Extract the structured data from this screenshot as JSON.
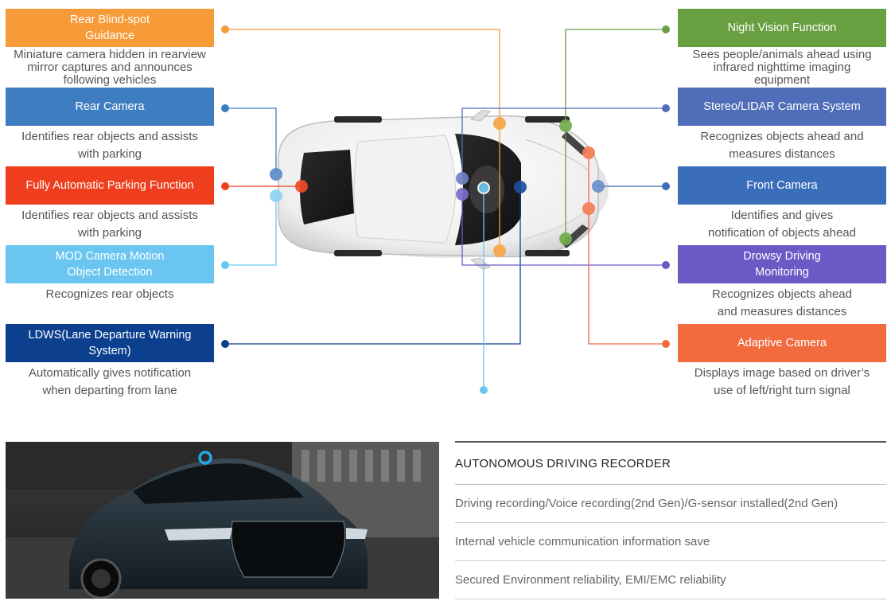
{
  "colors": {
    "orange": "#F79A38",
    "blue": "#3F7DC1",
    "red": "#EE3E1E",
    "lightblue": "#6AC6F0",
    "navy": "#0C3F8E",
    "green": "#68A041",
    "stereo": "#4F6DB8",
    "front": "#3B6EBA",
    "drowsy": "#6A5AC6",
    "adaptive": "#F26B3F"
  },
  "left_features": [
    {
      "title": "Rear Blind-spot\nGuidance",
      "desc": "Miniature camera hidden in rearview\nmirror captures and announces\nfollowing vehicles"
    },
    {
      "title": "Rear Camera",
      "desc": "Identifies rear objects and assists\nwith parking"
    },
    {
      "title": "Fully Automatic Parking Function",
      "desc": "Identifies rear objects and assists\nwith parking"
    },
    {
      "title": "MOD Camera Motion\nObject Detection",
      "desc": "Recognizes rear objects"
    },
    {
      "title": "LDWS(Lane Departure Warning System)",
      "desc": "Automatically gives notification\nwhen departing from lane"
    }
  ],
  "right_features": [
    {
      "title": "Night Vision Function",
      "desc": "Sees people/animals ahead using\ninfrared nighttime imaging\nequipment"
    },
    {
      "title": "Stereo/LIDAR Camera System",
      "desc": "Recognizes objects ahead and\nmeasures distances"
    },
    {
      "title": "Front Camera",
      "desc": "Identifies and gives\nnotification of objects ahead"
    },
    {
      "title": "Drowsy Driving\nMonitoring",
      "desc": "Recognizes objects ahead\nand measures distances"
    },
    {
      "title": "Adaptive Camera",
      "desc": "Displays image based on driver’s\nuse of left/right turn signal"
    }
  ],
  "recorder": {
    "title": "AUTONOMOUS DRIVING RECORDER",
    "items": [
      "Driving recording/Voice recording(2nd Gen)/G-sensor installed(2nd Gen)",
      "Internal vehicle communication information save",
      "Secured Environment reliability, EMI/EMC reliability"
    ]
  }
}
